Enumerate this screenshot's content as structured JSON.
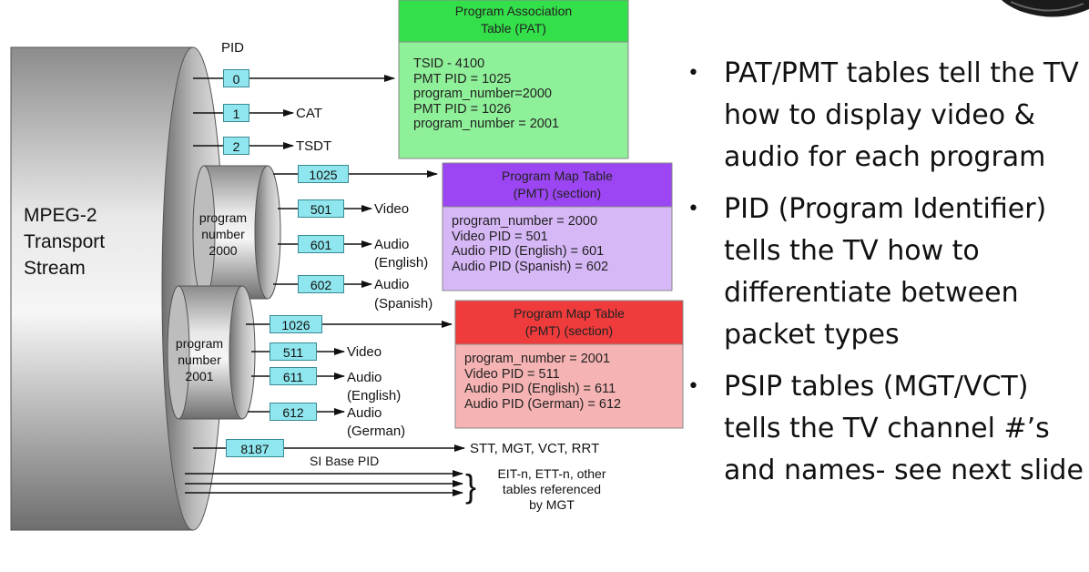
{
  "stream": {
    "label_lines": [
      "MPEG-2",
      "Transport",
      "Stream"
    ]
  },
  "pid_header": "PID",
  "pids": {
    "p0": "0",
    "p1": "1",
    "p2": "2",
    "p1025": "1025",
    "p501": "501",
    "p601": "601",
    "p602": "602",
    "p1026": "1026",
    "p511": "511",
    "p611": "611",
    "p612": "612",
    "p8187": "8187"
  },
  "labels": {
    "cat": "CAT",
    "tsdt": "TSDT",
    "video1": "Video",
    "audio1": "Audio",
    "english1": "(English)",
    "audio2": "Audio",
    "spanish": "(Spanish)",
    "video2": "Video",
    "audio3": "Audio",
    "english2": "(English)",
    "audio4": "Audio",
    "german": "(German)",
    "si_base": "SI Base PID",
    "psip": "STT, MGT, VCT, RRT",
    "eit_lines": [
      "EIT-n, ETT-n, other",
      "tables referenced",
      "by MGT"
    ]
  },
  "cylinders": {
    "prog2000": [
      "program",
      "number",
      "2000"
    ],
    "prog2001": [
      "program",
      "number",
      "2001"
    ]
  },
  "pat": {
    "title_lines": [
      "Program Association",
      "Table (PAT)"
    ],
    "rows": [
      "TSID - 4100",
      "PMT PID = 1025",
      "program_number=2000",
      "PMT PID = 1026",
      "program_number = 2001"
    ],
    "head_color": "#33e04a",
    "body_color": "#8ef098"
  },
  "pmt1": {
    "title_lines": [
      "Program Map Table",
      "(PMT) (section)"
    ],
    "rows": [
      "program_number = 2000",
      "Video PID = 501",
      "Audio PID (English) = 601",
      "Audio PID (Spanish) = 602"
    ],
    "head_color": "#9b46f2",
    "body_color": "#d7b8f7"
  },
  "pmt2": {
    "title_lines": [
      "Program Map Table",
      "(PMT) (section)"
    ],
    "rows": [
      "program_number = 2001",
      "Video PID = 511",
      "Audio PID (English) = 611",
      "Audio PID (German) = 612"
    ],
    "head_color": "#ef3b3b",
    "body_color": "#f6b3b3"
  },
  "bullets": [
    "PAT/PMT tables tell the TV how to display video & audio for each program",
    "PID (Program Identifier) tells the TV how to differentiate between packet types",
    "PSIP tables (MGT/VCT) tells the TV channel #’s and names- see next slide"
  ]
}
